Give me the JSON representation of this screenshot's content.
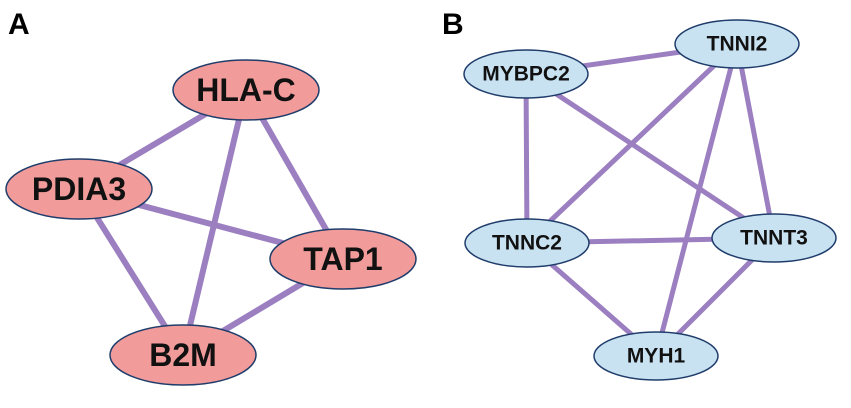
{
  "style": {
    "edge_color": "#9b7fc0",
    "panel_a_fill": "#f29b9b",
    "panel_b_fill": "#c9e2f2",
    "node_stroke": "#1f3d6b"
  },
  "panels": [
    {
      "label": "A",
      "nodes": [
        {
          "id": "HLA-C",
          "label": "HLA-C"
        },
        {
          "id": "PDIA3",
          "label": "PDIA3"
        },
        {
          "id": "TAP1",
          "label": "TAP1"
        },
        {
          "id": "B2M",
          "label": "B2M"
        }
      ],
      "edges": [
        [
          "HLA-C",
          "PDIA3"
        ],
        [
          "HLA-C",
          "TAP1"
        ],
        [
          "HLA-C",
          "B2M"
        ],
        [
          "PDIA3",
          "TAP1"
        ],
        [
          "PDIA3",
          "B2M"
        ],
        [
          "TAP1",
          "B2M"
        ]
      ]
    },
    {
      "label": "B",
      "nodes": [
        {
          "id": "MYBPC2",
          "label": "MYBPC2"
        },
        {
          "id": "TNNI2",
          "label": "TNNI2"
        },
        {
          "id": "TNNC2",
          "label": "TNNC2"
        },
        {
          "id": "TNNT3",
          "label": "TNNT3"
        },
        {
          "id": "MYH1",
          "label": "MYH1"
        }
      ],
      "edges": [
        [
          "MYBPC2",
          "TNNI2"
        ],
        [
          "MYBPC2",
          "TNNC2"
        ],
        [
          "MYBPC2",
          "TNNT3"
        ],
        [
          "TNNI2",
          "TNNC2"
        ],
        [
          "TNNI2",
          "TNNT3"
        ],
        [
          "TNNI2",
          "MYH1"
        ],
        [
          "TNNC2",
          "TNNT3"
        ],
        [
          "TNNC2",
          "MYH1"
        ],
        [
          "TNNT3",
          "MYH1"
        ]
      ]
    }
  ]
}
